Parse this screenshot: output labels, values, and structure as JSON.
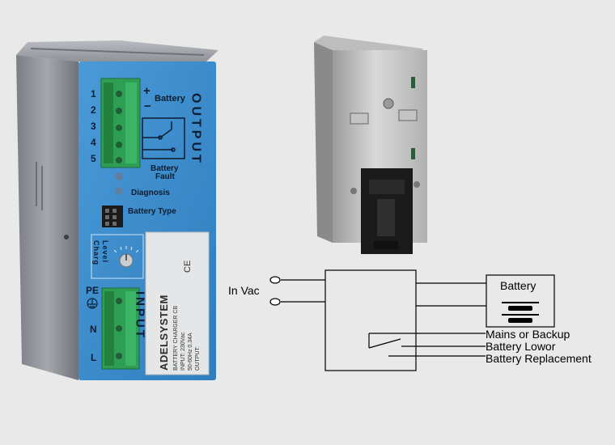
{
  "device": {
    "terminal_numbers": [
      "1",
      "2",
      "3",
      "4",
      "5"
    ],
    "battery_plus": "+",
    "battery_label": "Battery",
    "battery_minus": "−",
    "output_label": "OUTPUT",
    "battery_fault_line1": "Battery",
    "battery_fault_line2": "Fault",
    "diagnosis_label": "Diagnosis",
    "battery_type_label": "Battery Type",
    "charge_label": "Charg",
    "level_label": "Level",
    "pe_label": "PE",
    "n_label": "N",
    "l_label": "L",
    "input_label": "INPUT",
    "brand": "ADELSYSTEM",
    "product_line": "BATTERY CHARGER CB",
    "spec_line1": "INPUT: 230Vac",
    "spec_line2": "50-60Hz 0.34A",
    "spec_line3": "OUTPUT:",
    "ce_mark": "CE"
  },
  "diagram": {
    "input_label": "In Vac",
    "battery_label": "Battery",
    "signal_labels": [
      "Mains or Backup",
      "Battery Lowor",
      "Battery Replacement"
    ]
  },
  "colors": {
    "panel_blue": "#3c8fd0",
    "terminal_green": "#2f9e55",
    "housing_grey": "#8d9096",
    "background": "#e9e9e9"
  }
}
